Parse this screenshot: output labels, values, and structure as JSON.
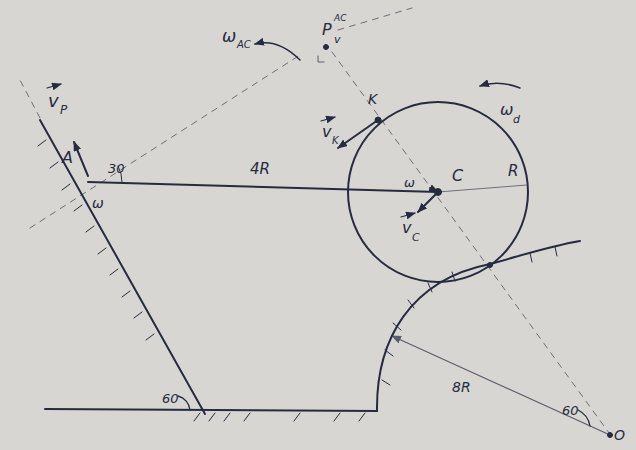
{
  "diagram": {
    "labels": [
      "v",
      "P",
      "A",
      "30",
      "ω",
      "4R",
      "ω",
      "AC",
      "P",
      "v",
      "AC",
      "K",
      "v",
      "K",
      "ω",
      "d",
      "C",
      "ω",
      "v",
      "C",
      "R",
      "60",
      "60",
      "8R",
      "O"
    ]
  }
}
